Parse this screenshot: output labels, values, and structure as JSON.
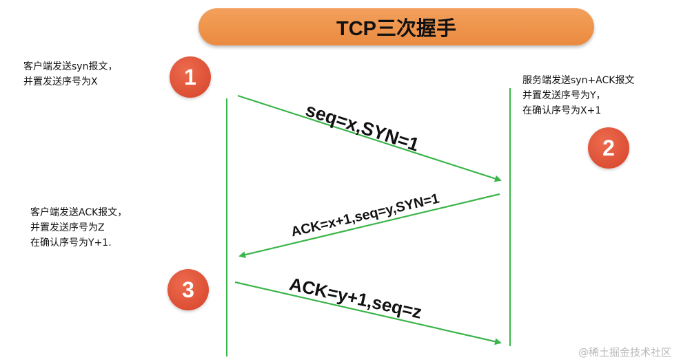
{
  "title": "TCP三次握手",
  "notes": {
    "client_step1": [
      "客户端发送syn报文，",
      "并置发送序号为X"
    ],
    "server_step2": [
      "服务端发送syn+ACK报文",
      "并置发送序号为Y，",
      "在确认序号为X+1"
    ],
    "client_step3": [
      "客户端发送ACK报文，",
      "并置发送序号为Z",
      "在确认序号为Y+1."
    ]
  },
  "badges": [
    "1",
    "2",
    "3"
  ],
  "messages": {
    "first": "seq=x,SYN=1",
    "second": "ACK=x+1,seq=y,SYN=1",
    "third": "ACK=y+1,seq=z"
  },
  "watermark": "@稀土掘金技术社区",
  "colors": {
    "title_bg": "#ee9147",
    "badge": "#e0523a",
    "arrow": "#3ab54a"
  }
}
